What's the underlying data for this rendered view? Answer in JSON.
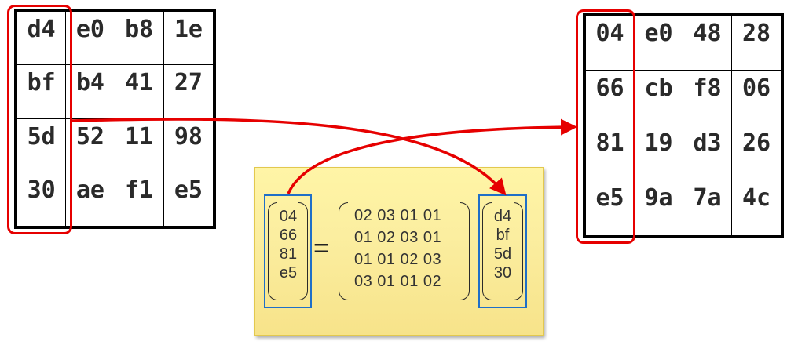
{
  "left_state": {
    "rows": [
      [
        "d4",
        "e0",
        "b8",
        "1e"
      ],
      [
        "bf",
        "b4",
        "41",
        "27"
      ],
      [
        "5d",
        "52",
        "11",
        "98"
      ],
      [
        "30",
        "ae",
        "f1",
        "e5"
      ]
    ]
  },
  "right_state": {
    "rows": [
      [
        "04",
        "e0",
        "48",
        "28"
      ],
      [
        "66",
        "cb",
        "f8",
        "06"
      ],
      [
        "81",
        "19",
        "d3",
        "26"
      ],
      [
        "e5",
        "9a",
        "7a",
        "4c"
      ]
    ]
  },
  "formula": {
    "result_vector": [
      "04",
      "66",
      "81",
      "e5"
    ],
    "equals": "=",
    "matrix_rows": [
      "02 03 01 01",
      "01 02 03 01",
      "01 01 02 03",
      "03 01 01 02"
    ],
    "input_vector": [
      "d4",
      "bf",
      "5d",
      "30"
    ]
  },
  "colors": {
    "highlight": "#e60000",
    "vector_box": "#1f6fc8",
    "formula_background": "#fbeea0"
  }
}
